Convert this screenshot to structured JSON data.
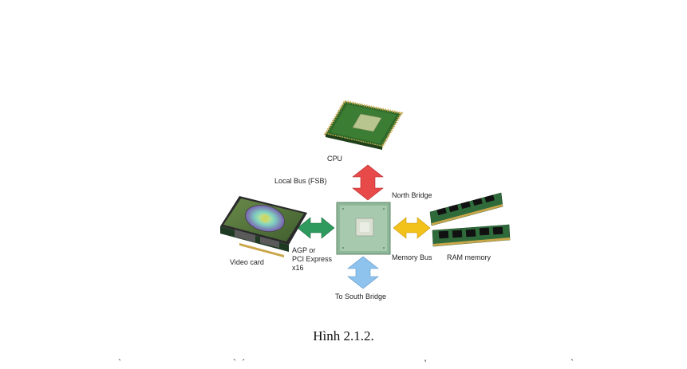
{
  "labels": {
    "cpu": "CPU",
    "local_bus": "Local Bus (FSB)",
    "north_bridge": "North Bridge",
    "video_card": "Video card",
    "agp": [
      "AGP or",
      "PCI Express",
      "x16"
    ],
    "memory_bus": "Memory Bus",
    "ram": "RAM memory",
    "south_bridge": "To South Bridge"
  },
  "caption": "Hình 2.1.2.",
  "colors": {
    "local_bus_arrow": "#e84a4a",
    "agp_arrow": "#2e9a5e",
    "memory_bus_arrow": "#f2c21a",
    "south_bridge_arrow": "#8ec3ee",
    "chip": "#8fb89a",
    "pcb": "#2f6b3a"
  },
  "icons": [
    "cpu-chip-icon",
    "north-bridge-chip-icon",
    "video-card-icon",
    "ram-module-icon"
  ]
}
